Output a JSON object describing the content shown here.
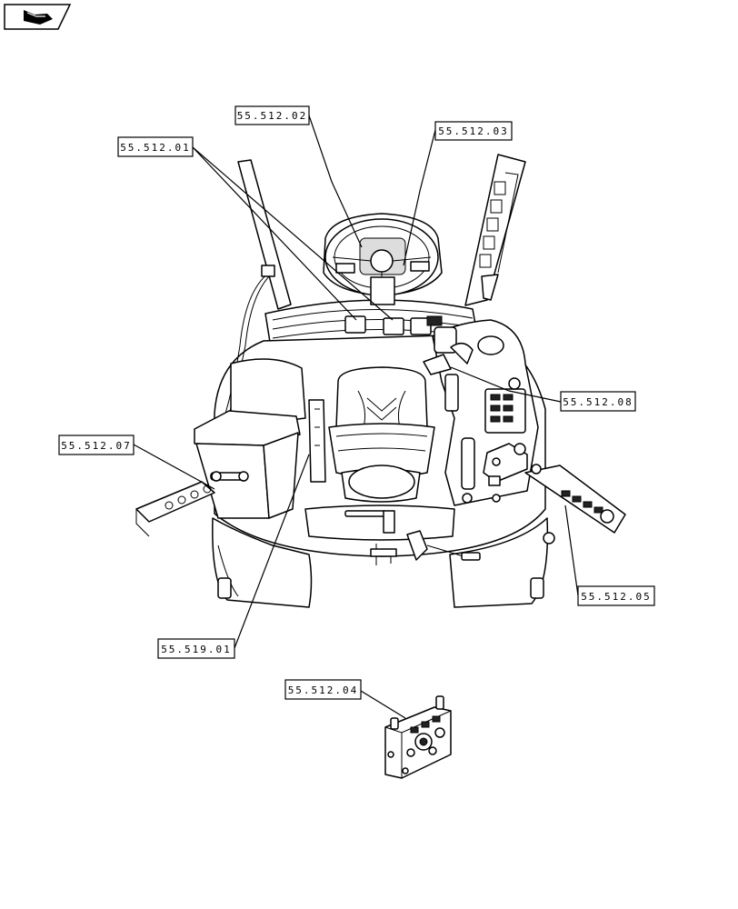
{
  "callouts": {
    "c1": "55.512.02",
    "c2": "55.512.03",
    "c3": "55.512.01",
    "c4": "55.512.08",
    "c5": "55.512.07",
    "c6": "55.512.05",
    "c7": "55.519.01",
    "c8": "55.512.04"
  },
  "icons": {
    "nav": "book-arrow-icon"
  }
}
